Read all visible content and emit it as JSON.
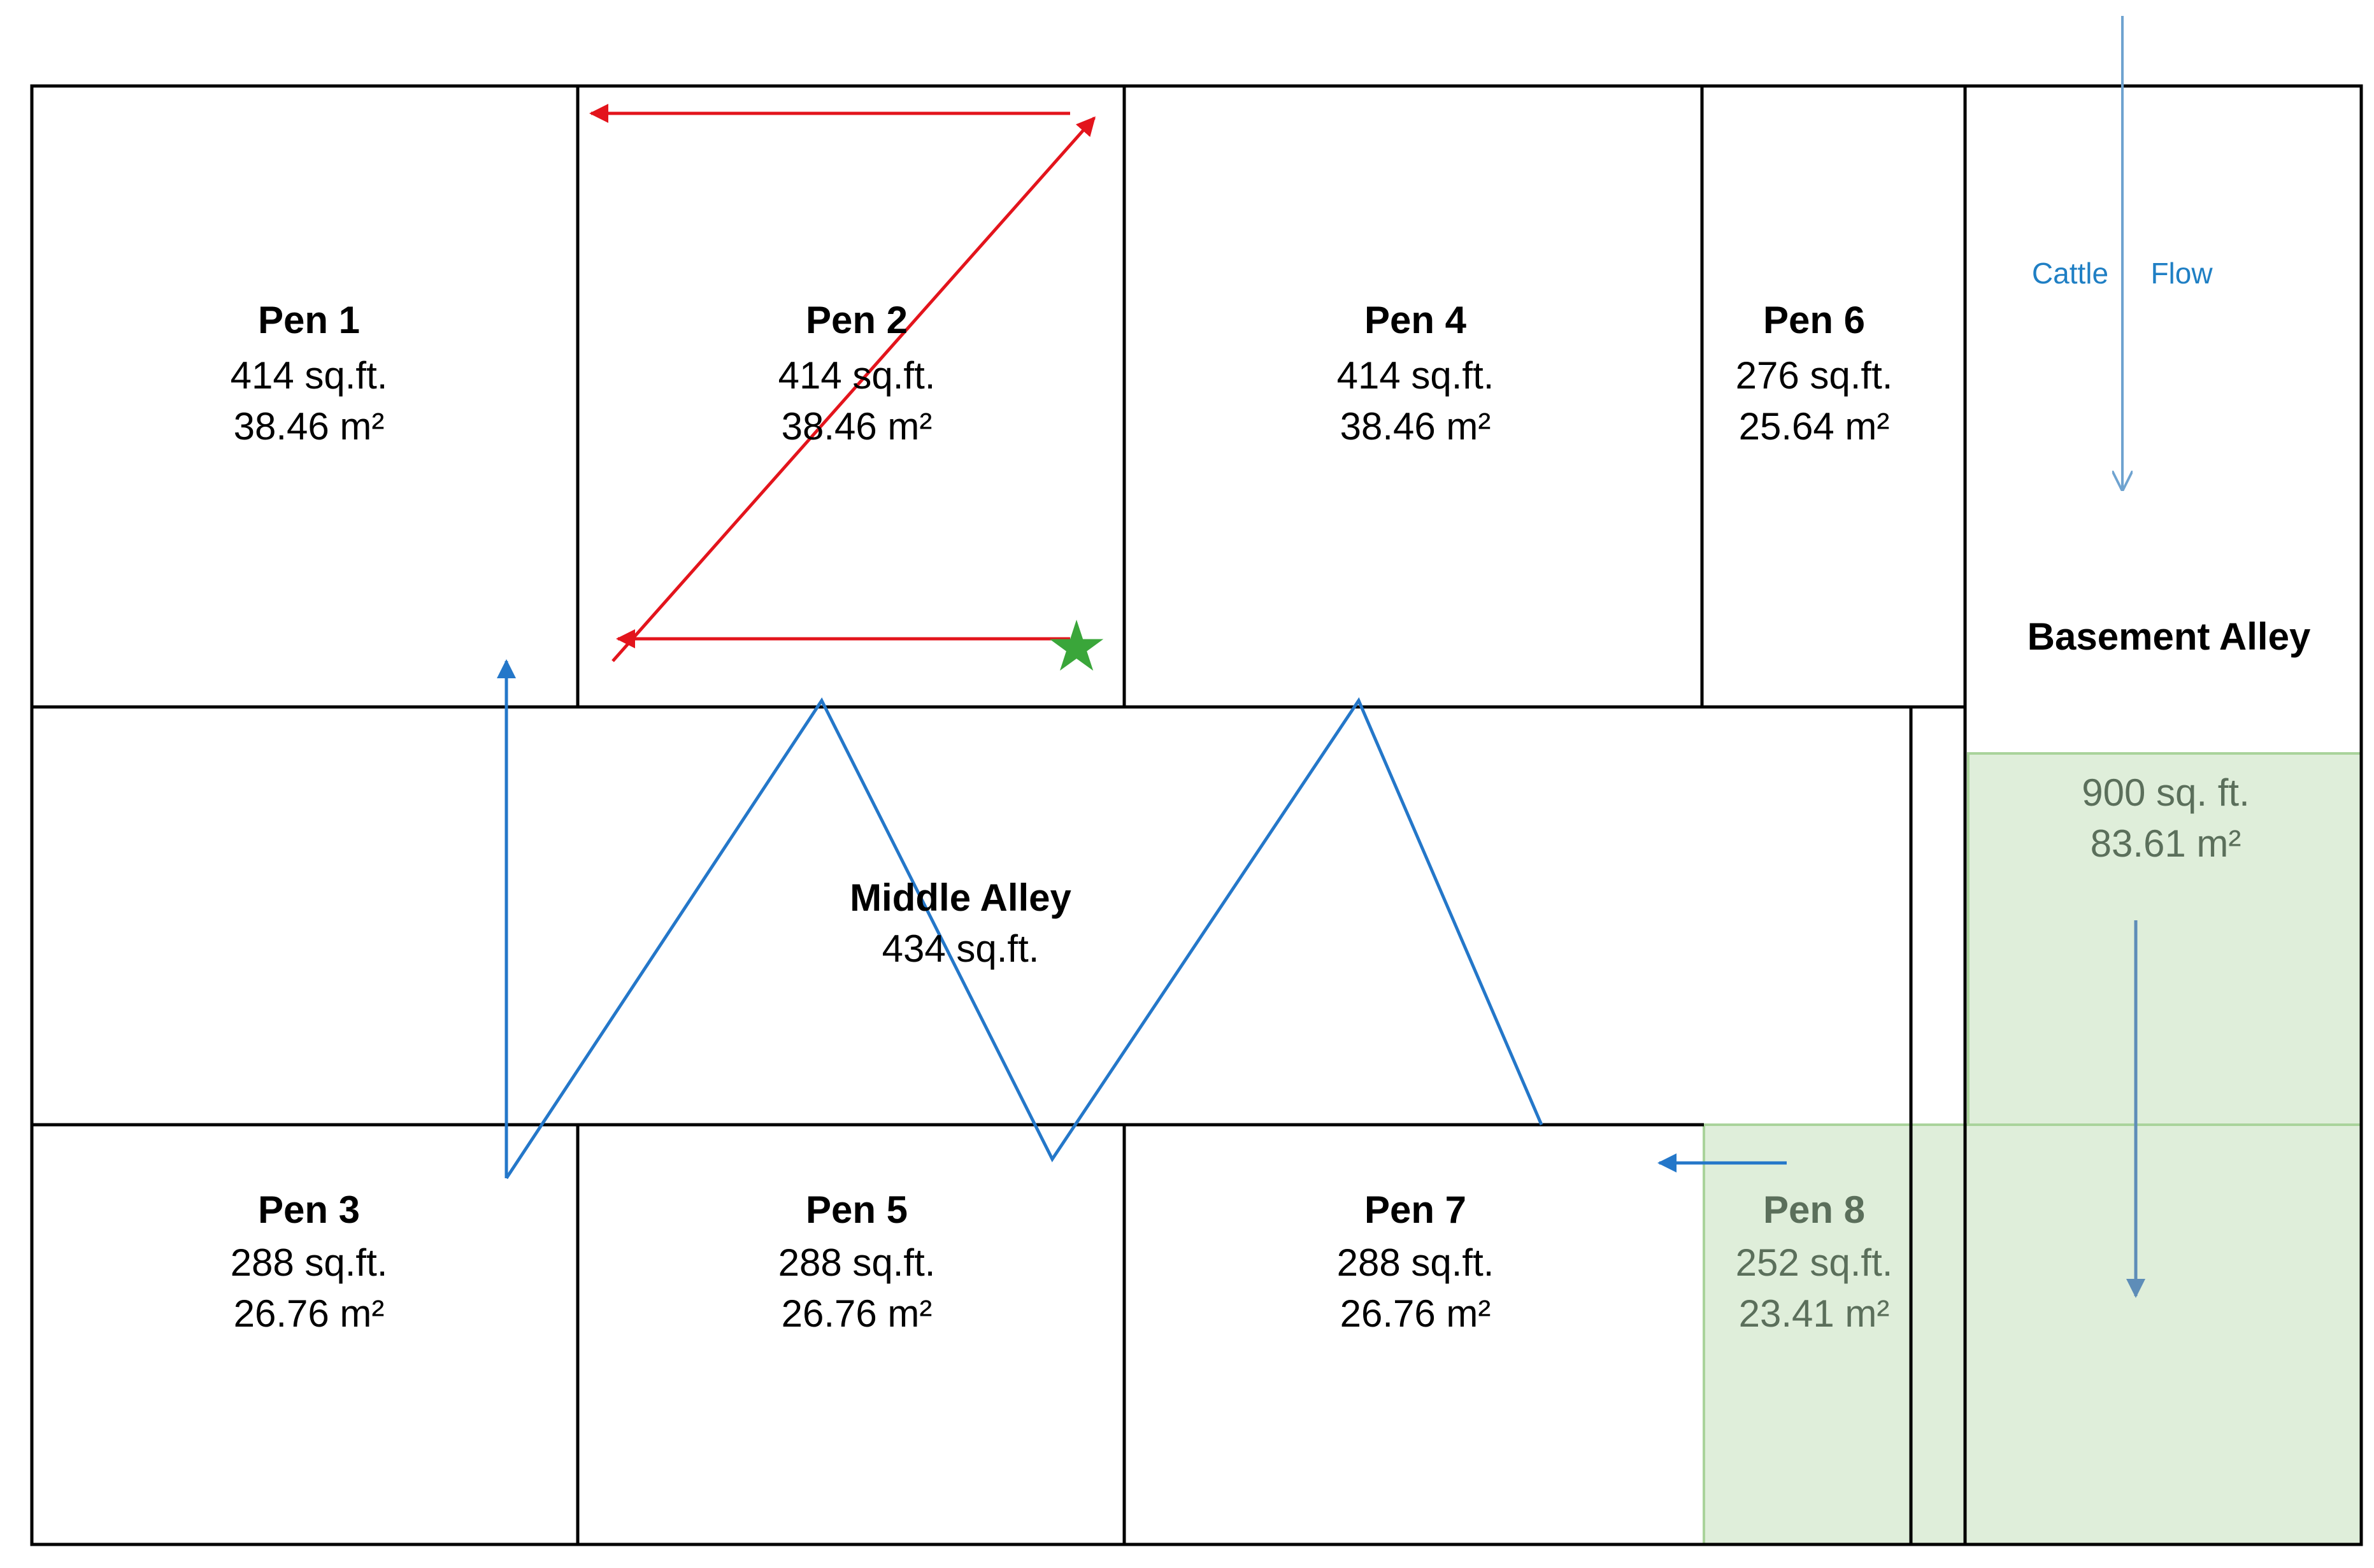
{
  "rooms": {
    "pen1": {
      "name": "Pen 1",
      "area_sqft": "414 sq.ft.",
      "area_m2": "38.46 m²"
    },
    "pen2": {
      "name": "Pen 2",
      "area_sqft": "414 sq.ft.",
      "area_m2": "38.46 m²"
    },
    "pen4": {
      "name": "Pen 4",
      "area_sqft": "414 sq.ft.",
      "area_m2": "38.46 m²"
    },
    "pen6": {
      "name": "Pen 6",
      "area_sqft": "276 sq.ft.",
      "area_m2": "25.64 m²"
    },
    "pen3": {
      "name": "Pen 3",
      "area_sqft": "288 sq.ft.",
      "area_m2": "26.76 m²"
    },
    "pen5": {
      "name": "Pen 5",
      "area_sqft": "288 sq.ft.",
      "area_m2": "26.76 m²"
    },
    "pen7": {
      "name": "Pen 7",
      "area_sqft": "288 sq.ft.",
      "area_m2": "26.76 m²"
    },
    "pen8": {
      "name": "Pen 8",
      "area_sqft": "252 sq.ft.",
      "area_m2": "23.41 m²"
    },
    "middle_alley": {
      "name": "Middle Alley",
      "area_sqft": "434 sq.ft."
    },
    "basement_alley": {
      "name": "Basement Alley",
      "area_sqft": "900 sq. ft.",
      "area_m2": "83.61 m²"
    }
  },
  "flow_label": {
    "word1": "Cattle",
    "word2": "Flow"
  },
  "colors": {
    "walls": "#000000",
    "red_path": "#e3141c",
    "blue_path": "#2477c9",
    "cattle_flow": "#6fa3d0",
    "highlight_fill": "#dfeeda",
    "highlight_border": "#a9d39b",
    "star": "#3aa63a"
  },
  "icons": {
    "start": "star-icon"
  }
}
